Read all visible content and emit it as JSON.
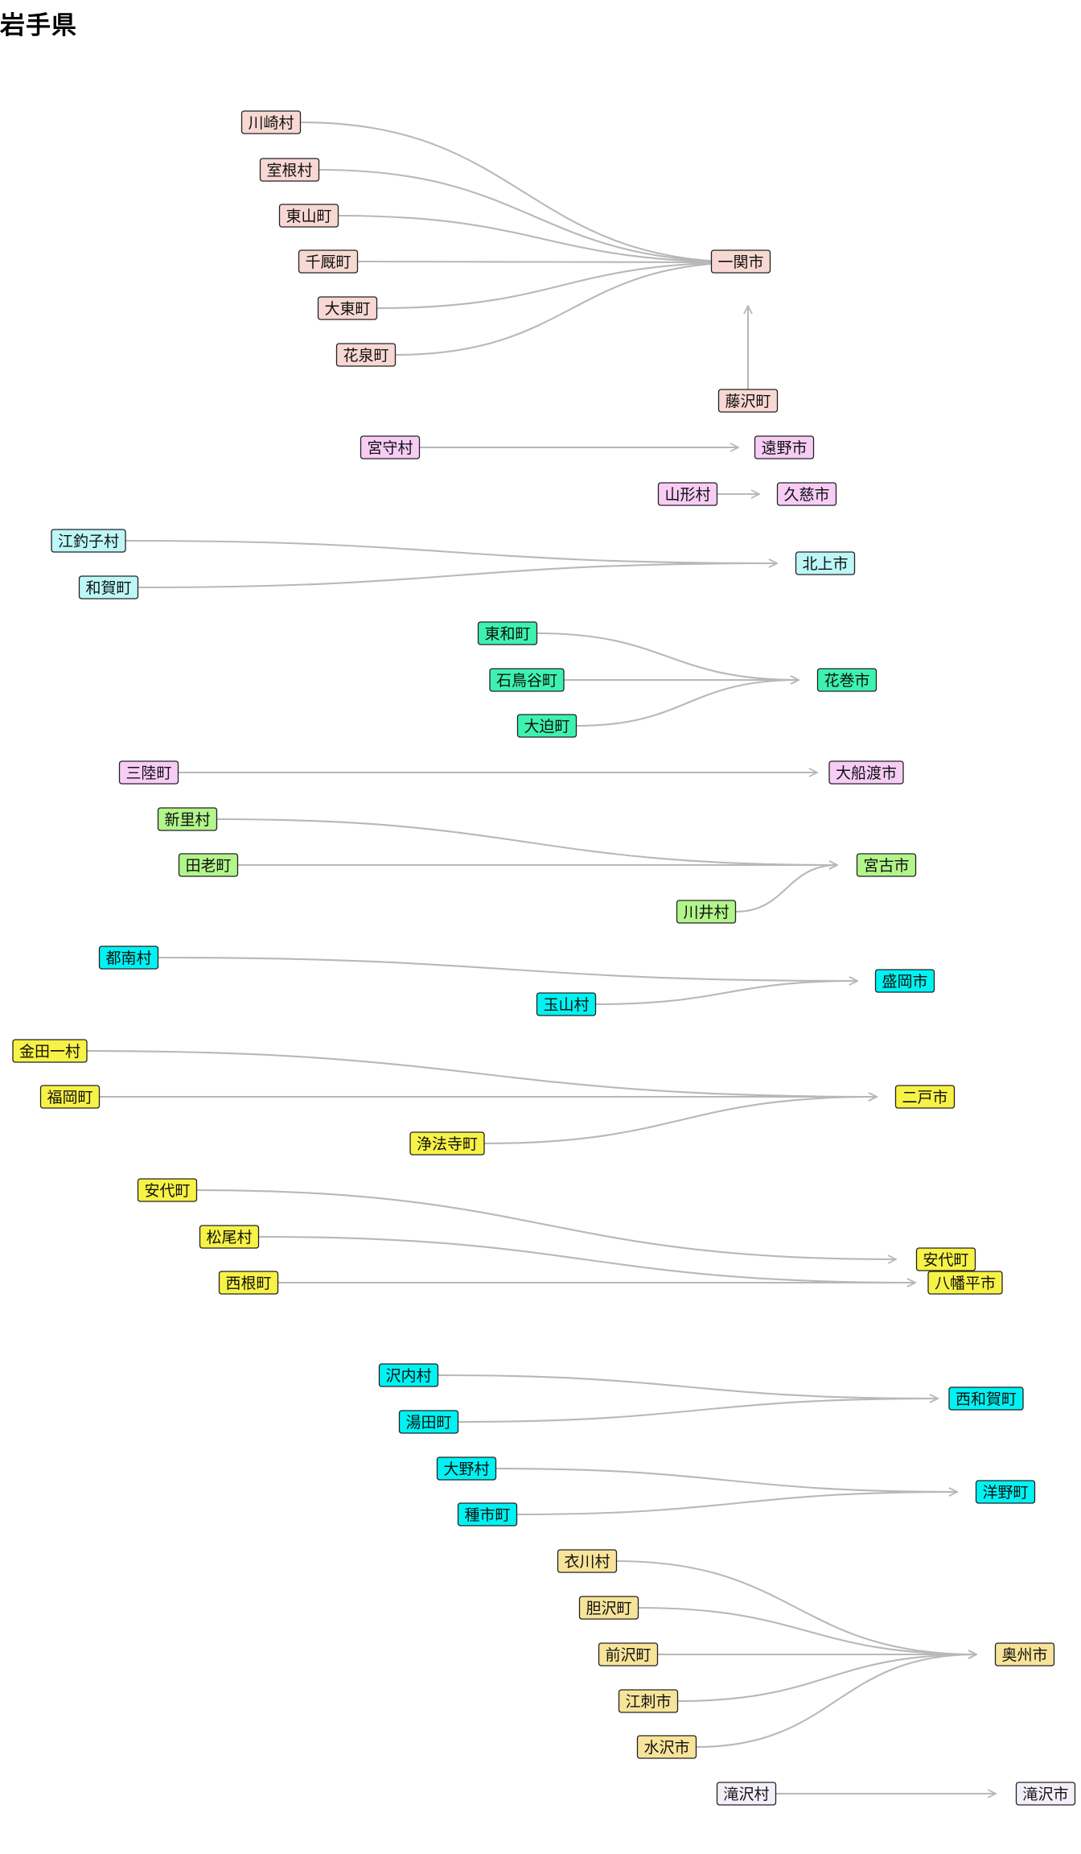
{
  "title": "岩手県",
  "colors": {
    "ichinoseki": "#f8d8d3",
    "tono": "#f7cdf6",
    "kitakami": "#bdf7f7",
    "hanamaki": "#3df2b0",
    "ofunato": "#f7cdf6",
    "miyako": "#b2f58a",
    "morioka": "#00f2f2",
    "ninohe": "#f7f246",
    "hachimantai": "#f7f246",
    "nishiwaga": "#00f2f2",
    "yoyo": "#00f2f2",
    "oshu": "#f7e49a",
    "takizawa": "#f3eef9",
    "edge": "#b8b8b8"
  },
  "groups": [
    {
      "id": "ichinoseki",
      "target": "一関市",
      "sources": [
        "川崎村",
        "室根村",
        "東山町",
        "千厩町",
        "大東町",
        "花泉町",
        "藤沢町"
      ]
    },
    {
      "id": "tono",
      "target": "遠野市",
      "sources": [
        "宮守村"
      ]
    },
    {
      "id": "kuji",
      "target": "久慈市",
      "sources": [
        "山形村"
      ]
    },
    {
      "id": "kitakami",
      "target": "北上市",
      "sources": [
        "江釣子村",
        "和賀町"
      ]
    },
    {
      "id": "hanamaki",
      "target": "花巻市",
      "sources": [
        "東和町",
        "石鳥谷町",
        "大迫町"
      ]
    },
    {
      "id": "ofunato",
      "target": "大船渡市",
      "sources": [
        "三陸町"
      ]
    },
    {
      "id": "miyako",
      "target": "宮古市",
      "sources": [
        "新里村",
        "田老町",
        "川井村"
      ]
    },
    {
      "id": "morioka",
      "target": "盛岡市",
      "sources": [
        "都南村",
        "玉山村"
      ]
    },
    {
      "id": "ninohe",
      "target": "二戸市",
      "sources": [
        "金田一村",
        "福岡町",
        "浄法寺町"
      ]
    },
    {
      "id": "hachimantai",
      "target": "八幡平市",
      "sources": [
        "安代町",
        "松尾村",
        "西根町",
        "安代町"
      ]
    },
    {
      "id": "nishiwaga",
      "target": "西和賀町",
      "sources": [
        "沢内村",
        "湯田町"
      ]
    },
    {
      "id": "yoyo",
      "target": "洋野町",
      "sources": [
        "大野村",
        "種市町"
      ]
    },
    {
      "id": "oshu",
      "target": "奥州市",
      "sources": [
        "衣川村",
        "胆沢町",
        "前沢町",
        "江刺市",
        "水沢市"
      ]
    },
    {
      "id": "takizawa",
      "target": "滝沢市",
      "sources": [
        "滝沢村"
      ]
    }
  ]
}
